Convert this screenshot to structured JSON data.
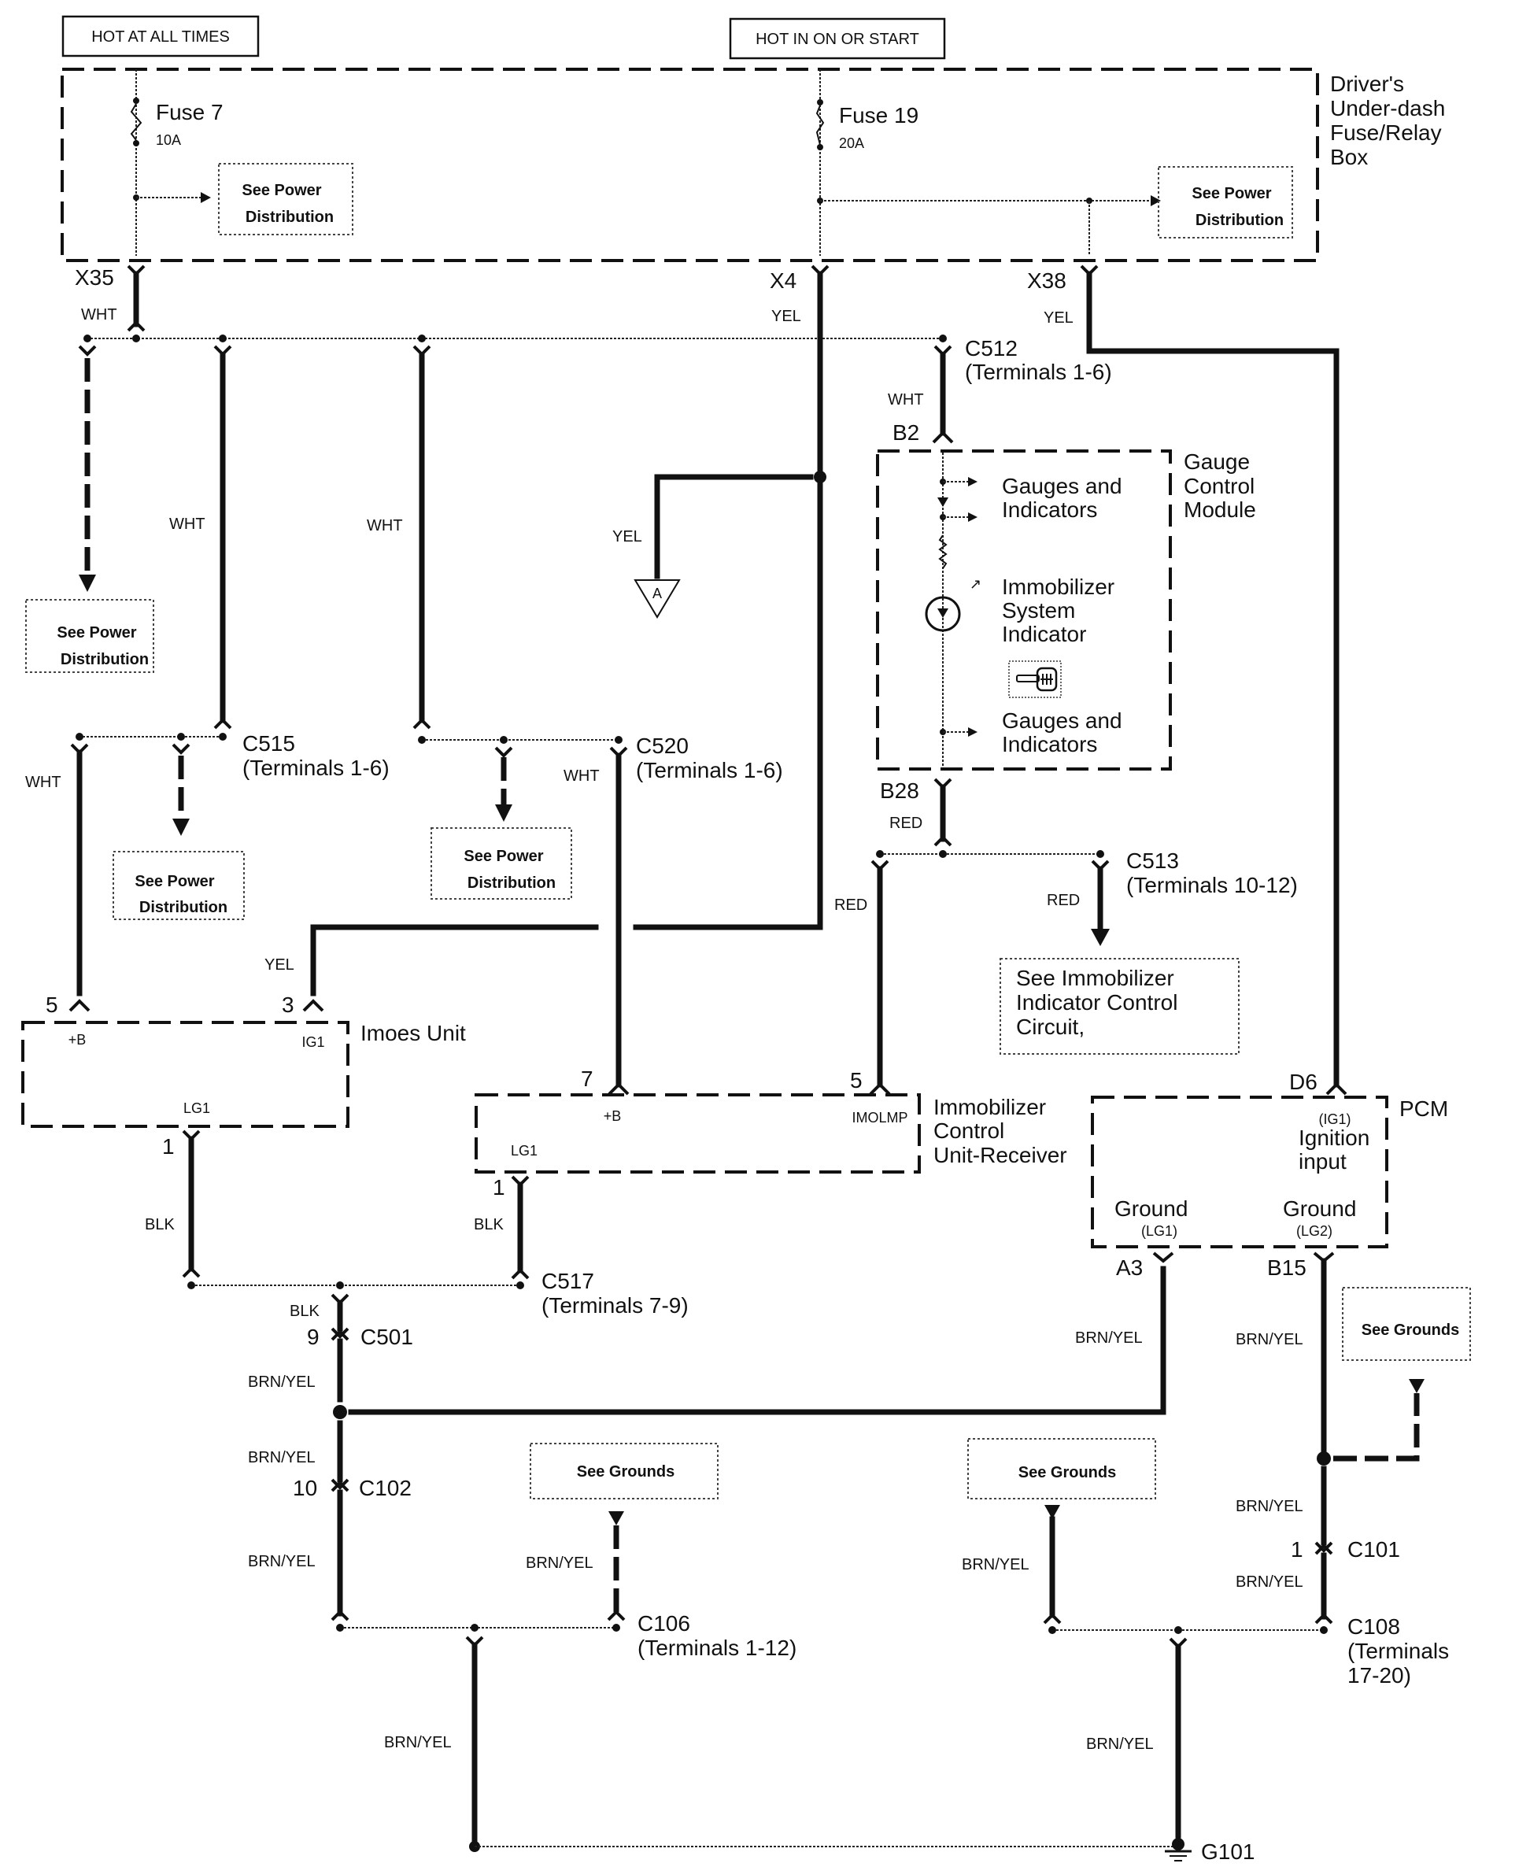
{
  "header": {
    "hot_at_all_times": "HOT AT ALL TIMES",
    "hot_in_on_or_start": "HOT IN ON OR START"
  },
  "fuse_box": {
    "name_lines": [
      "Driver's",
      "Under-dash",
      "Fuse/Relay",
      "Box"
    ],
    "fuses": [
      {
        "name": "Fuse 7",
        "rating": "10A"
      },
      {
        "name": "Fuse 19",
        "rating": "20A"
      }
    ],
    "outputs": [
      "X35",
      "X4",
      "X38"
    ]
  },
  "references": {
    "see_power_line1": "See Power",
    "see_power_line2": "Distribution",
    "see_grounds": "See Grounds",
    "see_immobilizer_lines": [
      "See Immobilizer",
      "Indicator Control",
      "Circuit,"
    ],
    "offpage_connector": "A"
  },
  "wire_colors": {
    "wht": "WHT",
    "yel": "YEL",
    "red": "RED",
    "blk": "BLK",
    "brn_yel": "BRN/YEL"
  },
  "connectors": {
    "c512": {
      "name": "C512",
      "terminals": "(Terminals 1-6)"
    },
    "c515": {
      "name": "C515",
      "terminals": "(Terminals 1-6)"
    },
    "c520": {
      "name": "C520",
      "terminals": "(Terminals 1-6)"
    },
    "c513": {
      "name": "C513",
      "terminals": "(Terminals 10-12)"
    },
    "c517": {
      "name": "C517",
      "terminals": "(Terminals 7-9)"
    },
    "c501": {
      "name": "C501",
      "pin": "9"
    },
    "c102": {
      "name": "C102",
      "pin": "10"
    },
    "c101": {
      "name": "C101",
      "pin": "1"
    },
    "c106": {
      "name": "C106",
      "terminals": "(Terminals 1-12)"
    },
    "c108": {
      "name": "C108",
      "terminals_lines": [
        "(Terminals",
        "17-20)"
      ]
    },
    "g101": {
      "name": "G101"
    }
  },
  "gauge_module": {
    "name_lines": [
      "Gauge",
      "Control",
      "Module"
    ],
    "pin_in": "B2",
    "pin_out": "B28",
    "gauges_lines": [
      "Gauges and",
      "Indicators"
    ],
    "indicator_lines": [
      "Immobilizer",
      "System",
      "Indicator"
    ]
  },
  "imoes_unit": {
    "name": "Imoes Unit",
    "pin_b": "5",
    "pin_ig": "3",
    "pin_lg": "1",
    "term_b": "+B",
    "term_ig": "IG1",
    "term_lg": "LG1"
  },
  "icu_receiver": {
    "name_lines": [
      "Immobilizer",
      "Control",
      "Unit-Receiver"
    ],
    "pin_b": "7",
    "pin_lamp": "5",
    "pin_lg": "1",
    "term_b": "+B",
    "term_lamp": "IMOLMP",
    "term_lg": "LG1"
  },
  "pcm": {
    "name": "PCM",
    "pin_ig": "D6",
    "pin_lg1": "A3",
    "pin_lg2": "B15",
    "ig_lines": [
      "(IG1)",
      "Ignition",
      "input"
    ],
    "ground": "Ground",
    "lg1": "(LG1)",
    "lg2": "(LG2)"
  }
}
